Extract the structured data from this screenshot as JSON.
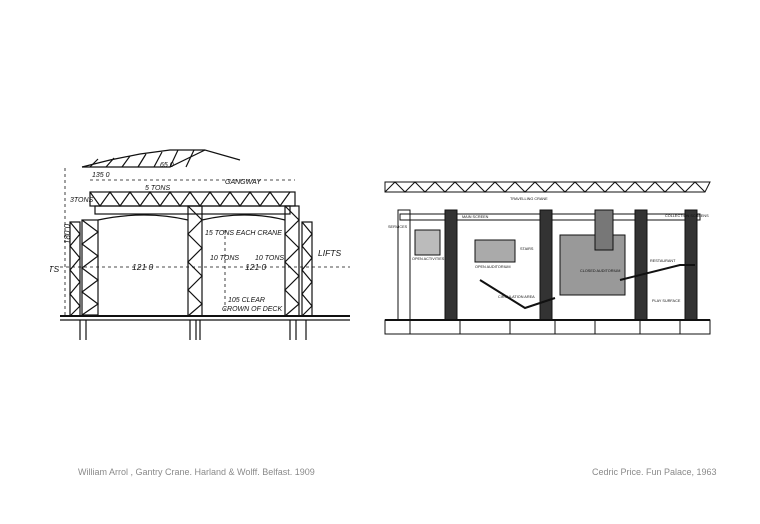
{
  "captions": {
    "left": "William Arrol , Gantry Crane. Harland & Wolff. Belfast. 1909",
    "right": "Cedric Price. Fun Palace, 1963"
  },
  "arrol": {
    "lifts_left": "LIFTS",
    "lifts_right": "LIFTS",
    "gangway": "GANGWAY",
    "dim_top": "135 0",
    "dim_top2": "65 0",
    "tons5": "5 TONS",
    "tons3": "3TONS",
    "height": "180 0",
    "tons15": "15 TONS EACH CRANE",
    "span_left": "121 0",
    "span_right": "121 0",
    "tons10a": "10 TONS",
    "tons10b": "10 TONS",
    "clear": "105 CLEAR",
    "crown": "CROWN OF DECK"
  },
  "fun": {
    "travelling_crane": "TRAVELLING CRANE",
    "collection_screens": "COLLECTION SCREENS",
    "main_screen": "MAIN SCREEN",
    "services": "SERVICES",
    "open_activities": "OPEN ACTIVITIES",
    "open_auditorium": "OPEN AUDITORIUM",
    "closed_auditorium": "CLOSED AUDITORIUM",
    "restaurant": "RESTAURANT",
    "stairs": "STAIRS",
    "circulation": "CIRCULATION AREA",
    "play_surface": "PLAY SURFACE"
  }
}
